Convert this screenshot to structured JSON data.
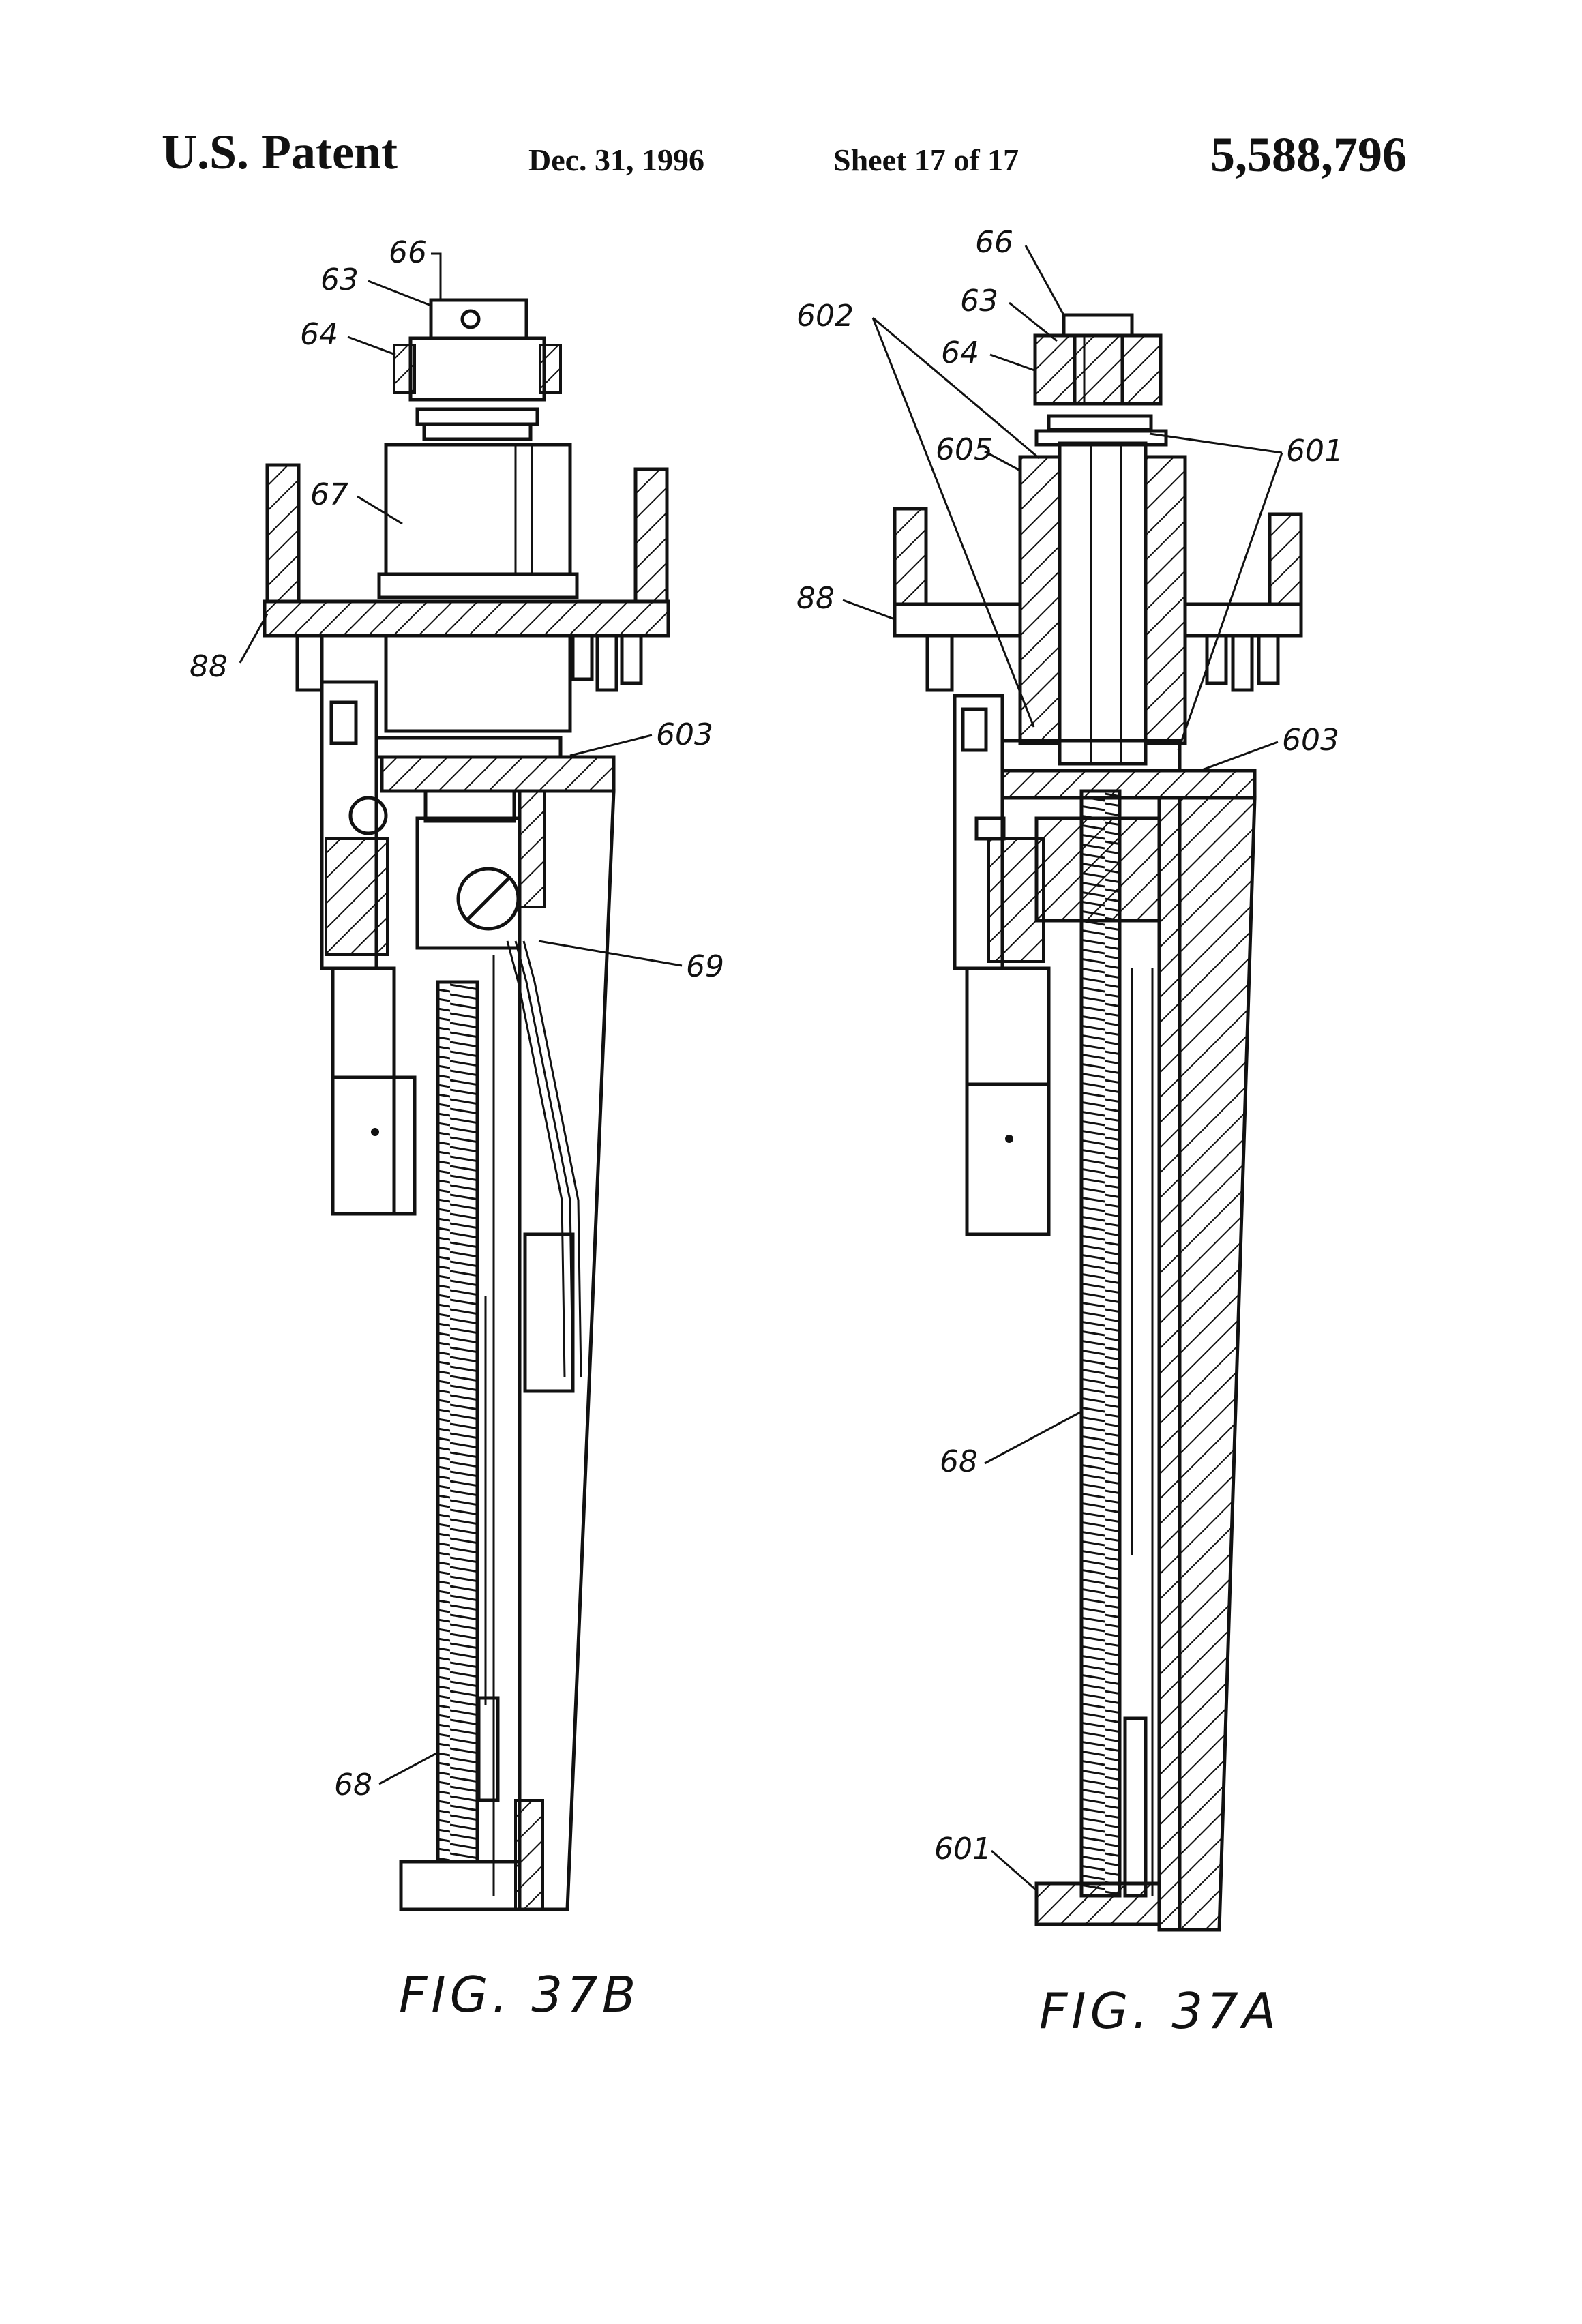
{
  "header": {
    "left": "U.S. Patent",
    "date": "Dec. 31, 1996",
    "sheet": "Sheet 17 of 17",
    "number": "5,588,796"
  },
  "figures": {
    "left": {
      "caption": "FIG. 37B",
      "labels": {
        "l66": "66",
        "l63": "63",
        "l64": "64",
        "l67": "67",
        "l88": "88",
        "l603": "603",
        "l69": "69",
        "l68": "68"
      }
    },
    "right": {
      "caption": "FIG. 37A",
      "labels": {
        "l66": "66",
        "l63": "63",
        "l64": "64",
        "l602": "602",
        "l605": "605",
        "l601a": "601",
        "l88": "88",
        "l603": "603",
        "l68": "68",
        "l601b": "601"
      }
    }
  }
}
